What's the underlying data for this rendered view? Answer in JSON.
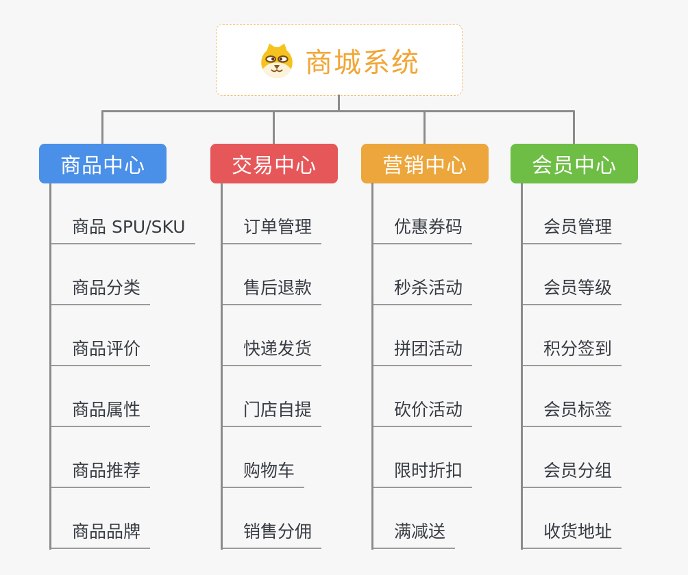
{
  "root": {
    "title": "商城系统",
    "icon": "dog-face-icon"
  },
  "branches": [
    {
      "label": "商品中心",
      "color": "#4a8fe8",
      "items": [
        "商品 SPU/SKU",
        "商品分类",
        "商品评价",
        "商品属性",
        "商品推荐",
        "商品品牌"
      ]
    },
    {
      "label": "交易中心",
      "color": "#e6575a",
      "items": [
        "订单管理",
        "售后退款",
        "快递发货",
        "门店自提",
        "购物车",
        "销售分佣"
      ]
    },
    {
      "label": "营销中心",
      "color": "#eca63b",
      "items": [
        "优惠券码",
        "秒杀活动",
        "拼团活动",
        "砍价活动",
        "限时折扣",
        "满减送"
      ]
    },
    {
      "label": "会员中心",
      "color": "#6ebe45",
      "items": [
        "会员管理",
        "会员等级",
        "积分签到",
        "会员标签",
        "会员分组",
        "收货地址"
      ]
    }
  ],
  "colors": {
    "background": "#f7f7f8",
    "connector": "#8b8b8b",
    "underline": "#9a9a9a",
    "root_text": "#f0a637",
    "root_border": "#f3c076",
    "leaf_text": "#373c42"
  }
}
